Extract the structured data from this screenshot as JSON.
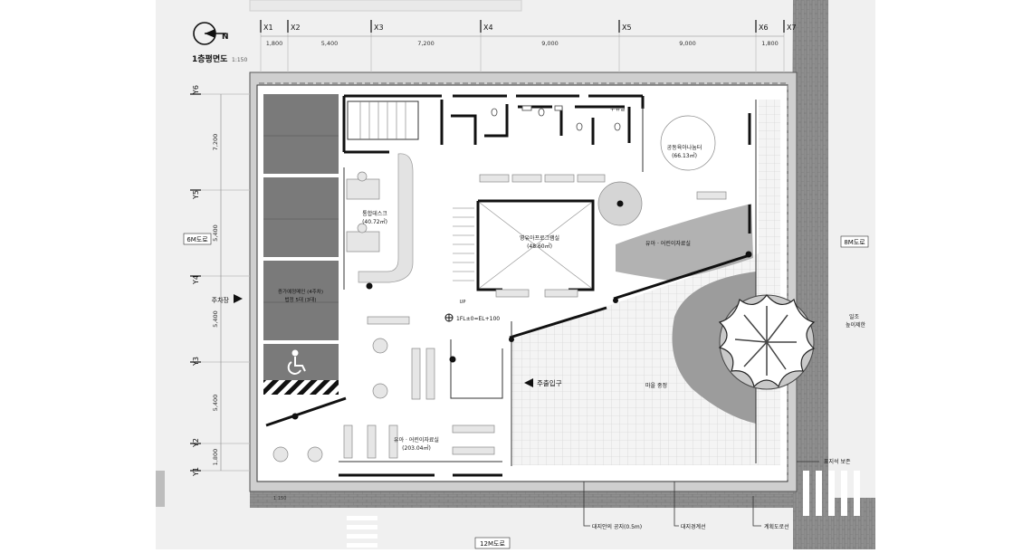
{
  "title": "1층평면도",
  "scale": "1:150",
  "scale_small": "1:150",
  "grid_x": [
    {
      "id": "X1"
    },
    {
      "id": "X2"
    },
    {
      "id": "X3"
    },
    {
      "id": "X4"
    },
    {
      "id": "X5"
    },
    {
      "id": "X6"
    },
    {
      "id": "X7"
    }
  ],
  "dims_x": [
    "1,800",
    "5,400",
    "7,200",
    "9,000",
    "9,000",
    "1,800"
  ],
  "grid_y": [
    {
      "id": "Y6"
    },
    {
      "id": "Y5"
    },
    {
      "id": "Y4"
    },
    {
      "id": "Y3"
    },
    {
      "id": "Y2"
    },
    {
      "id": "Y1"
    }
  ],
  "dims_y": [
    "7,200",
    "5,400",
    "5,400",
    "5,400",
    "1,800"
  ],
  "roads": {
    "left": "6M도로",
    "right": "8M도로",
    "bottom": "12M도로"
  },
  "rooms": {
    "water": "수유실",
    "kids_cafe_name": "공동육아나눔터",
    "kids_cafe_area": "(66.13㎡)",
    "desk_name": "통합데스크",
    "desk_area": "(40.72㎡)",
    "program_name": "영유아프로그램실",
    "program_area": "(48.60㎡)",
    "play_small": "유아 · 어린이자료실",
    "play_main_name": "유아 · 어린이자료실",
    "play_main_area": "(203.04㎡)",
    "yard": "마을 중정",
    "parking_note_1": "증가예정메인 (4주차)",
    "parking_note_2": "법정 5대 (3대)",
    "level": "1FL±0=EL+100",
    "up": "UP"
  },
  "labels": {
    "parking": "주차장",
    "entrance": "주출입구",
    "sunlight": "일조\n높이제한",
    "marker": "표지석 보존",
    "vacant": "대지안의 공지(0.5m)",
    "boundary": "대지경계선",
    "planned_road": "계획도로선"
  },
  "colors": {
    "wall": "#111111",
    "parking": "#7a7a7a",
    "paving": "#9a9a9a",
    "grid_line": "#c8c8c8",
    "road_stripe": "#e6e6e6"
  }
}
